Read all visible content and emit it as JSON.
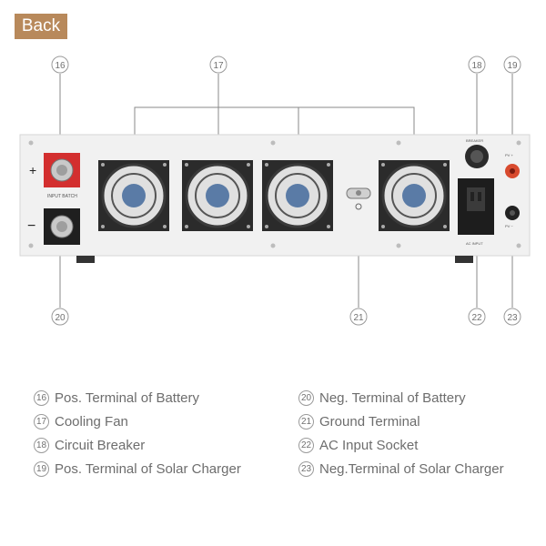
{
  "header": {
    "back_label": "Back"
  },
  "callouts": {
    "c16": "16",
    "c17": "17",
    "c18": "18",
    "c19": "19",
    "c20": "20",
    "c21": "21",
    "c22": "22",
    "c23": "23"
  },
  "device": {
    "plus_sign": "+",
    "minus_sign": "−",
    "input_label": "INPUT BATCH",
    "breaker_label": "BREAKER",
    "socket_label": "AC INPUT",
    "solar_pos_label": "PV +",
    "solar_neg_label": "PV −"
  },
  "legend": {
    "left": [
      {
        "num": "16",
        "text": "Pos. Terminal of Battery"
      },
      {
        "num": "17",
        "text": "Cooling Fan"
      },
      {
        "num": "18",
        "text": "Circuit Breaker"
      },
      {
        "num": "19",
        "text": "Pos. Terminal of Solar Charger"
      }
    ],
    "right": [
      {
        "num": "20",
        "text": "Neg. Terminal of Battery"
      },
      {
        "num": "21",
        "text": "Ground Terminal"
      },
      {
        "num": "22",
        "text": "AC Input Socket"
      },
      {
        "num": "23",
        "text": "Neg.Terminal of Solar Charger"
      }
    ]
  },
  "colors": {
    "accent": "#b8895b",
    "panel": "#f1f1f1",
    "positive_terminal": "#d32f2f",
    "line": "#8a8a8a"
  }
}
